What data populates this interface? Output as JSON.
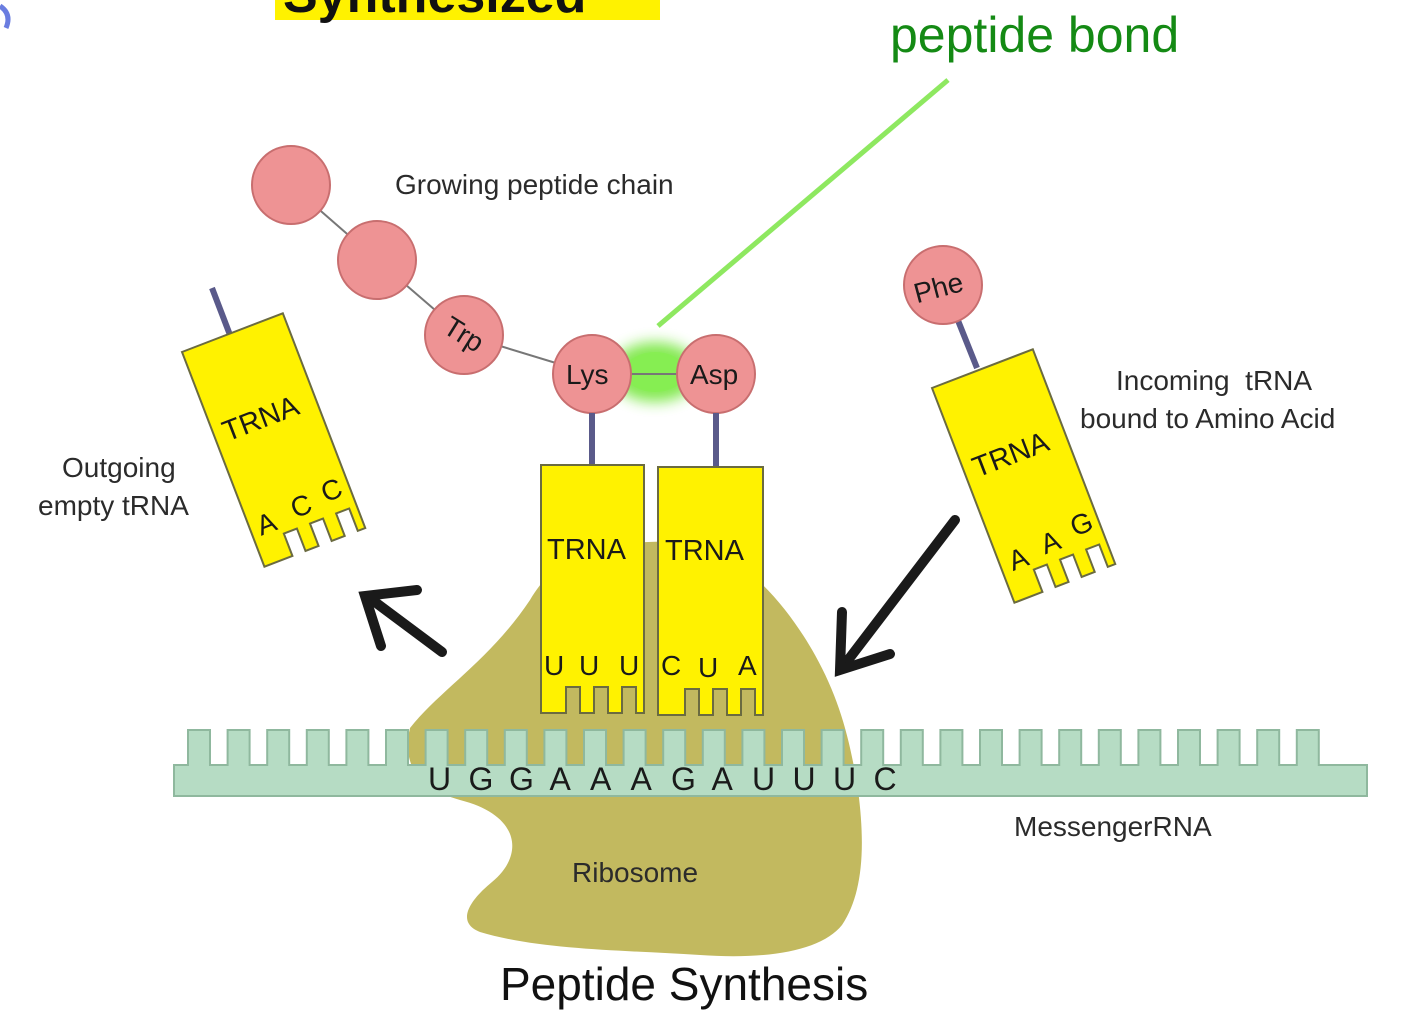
{
  "labels": {
    "heading_fragment": "Synthesized",
    "peptide_bond": "peptide bond",
    "growing_chain": "Growing peptide chain",
    "incoming_line1": "Incoming  tRNA",
    "incoming_line2": "bound to Amino Acid",
    "outgoing_line1": "Outgoing",
    "outgoing_line2": "empty tRNA",
    "messenger_rna": "MessengerRNA",
    "ribosome": "Ribosome",
    "title": "Peptide Synthesis"
  },
  "amino_acids": {
    "trp": "Trp",
    "lys": "Lys",
    "asp": "Asp",
    "phe": "Phe"
  },
  "trna": {
    "outgoing": {
      "label": "TRNA",
      "bases": [
        "A",
        "C",
        "C"
      ]
    },
    "p_site": {
      "label": "TRNA",
      "bases": [
        "U",
        "U",
        "U"
      ]
    },
    "a_site": {
      "label": "TRNA",
      "bases": [
        "C",
        "U",
        "A"
      ]
    },
    "incoming": {
      "label": "TRNA",
      "bases": [
        "A",
        "A",
        "G"
      ]
    }
  },
  "mrna_bases": [
    "U",
    "G",
    "G",
    "A",
    "A",
    "A",
    "G",
    "A",
    "U",
    "U",
    "U",
    "C"
  ],
  "colors": {
    "trna_fill": "#fff200",
    "amino_acid_fill": "#ee9394",
    "ribosome_fill": "#c2b95f",
    "mrna_fill": "#b6dcc4",
    "peptide_bond_glow": "#7ee84a",
    "peptide_bond_text": "#148a14",
    "highlight": "#fff200"
  }
}
